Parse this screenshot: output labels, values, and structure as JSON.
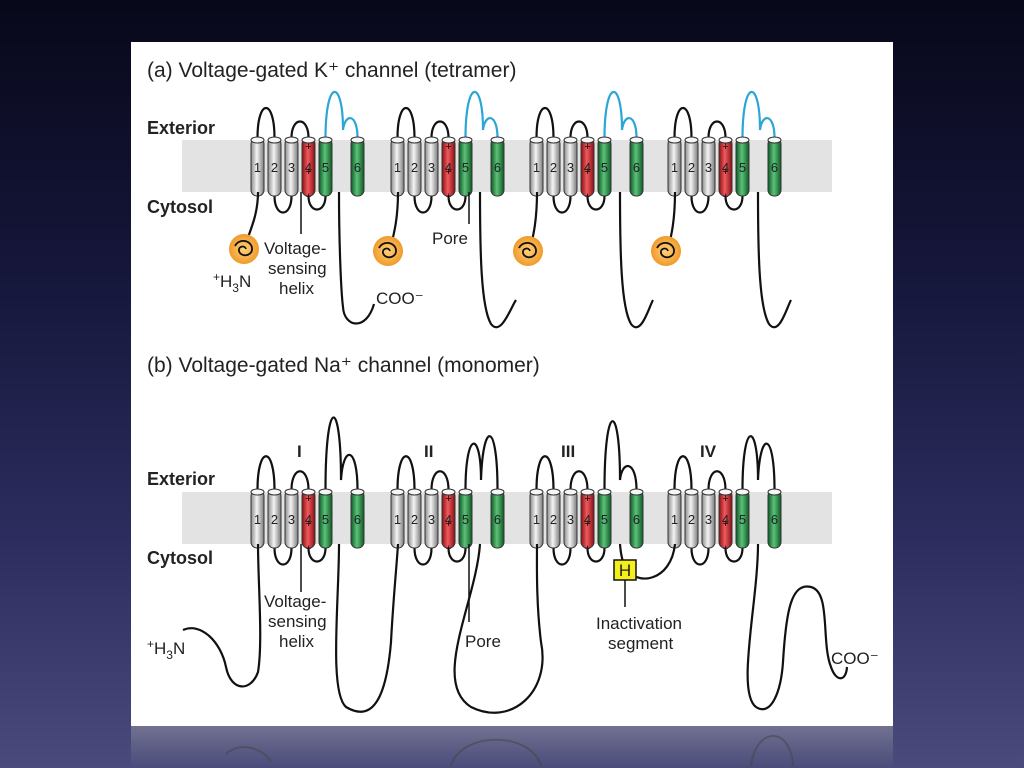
{
  "panel_a": {
    "title": "(a)  Voltage-gated K⁺ channel (tetramer)",
    "exterior": "Exterior",
    "cytosol": "Cytosol",
    "voltage_sensing_helix": [
      "Voltage-",
      "sensing",
      "helix"
    ],
    "pore": "Pore",
    "n_terminus": "+H3N",
    "c_terminus": "COO⁻",
    "helix_numbers": [
      "1",
      "2",
      "3",
      "4",
      "5",
      "6"
    ]
  },
  "panel_b": {
    "title": "(b)  Voltage-gated Na⁺ channel (monomer)",
    "exterior": "Exterior",
    "cytosol": "Cytosol",
    "domains": [
      "I",
      "II",
      "III",
      "IV"
    ],
    "voltage_sensing_helix": [
      "Voltage-",
      "sensing",
      "helix"
    ],
    "pore": "Pore",
    "inactivation": [
      "Inactivation",
      "segment"
    ],
    "h_box": "H",
    "n_terminus": "+H3N",
    "c_terminus": "COO⁻",
    "helix_numbers": [
      "1",
      "2",
      "3",
      "4",
      "5",
      "6"
    ]
  },
  "colors": {
    "membrane": "#e3e3e3",
    "helix_gray": "#d8d8d8",
    "helix_red": "#d8262c",
    "helix_green": "#1e8a3c",
    "pore_loop_blue": "#2ba6d6",
    "ball_orange": "#f3a43b",
    "h_box_yellow": "#f4ef1a"
  }
}
